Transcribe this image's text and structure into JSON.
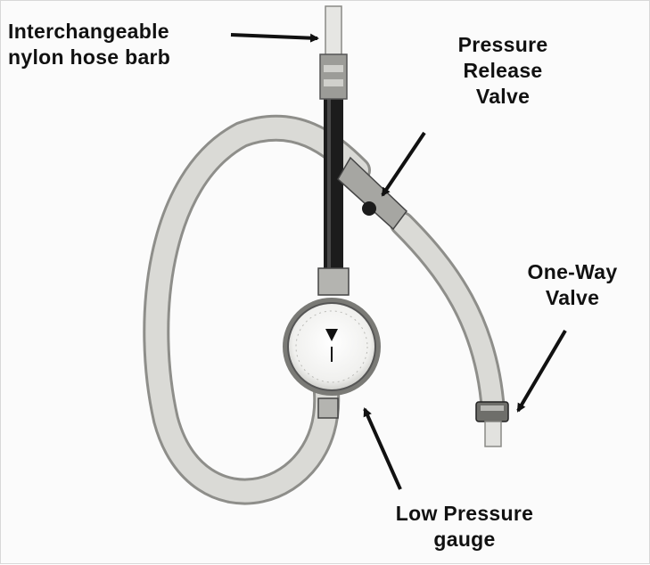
{
  "labels": {
    "hose_barb": [
      "Interchangeable",
      "nylon hose barb"
    ],
    "release_valve": [
      "Pressure",
      "Release",
      "Valve"
    ],
    "one_way_valve": [
      "One-Way",
      "Valve"
    ],
    "gauge": [
      "Low Pressure",
      "gauge"
    ]
  },
  "colors": {
    "hose": "#d9d9d6",
    "hose_edge": "#8e8e8a",
    "tube": "#1c1c1c",
    "metal": "#b4b4b0",
    "arrow": "#111111"
  }
}
